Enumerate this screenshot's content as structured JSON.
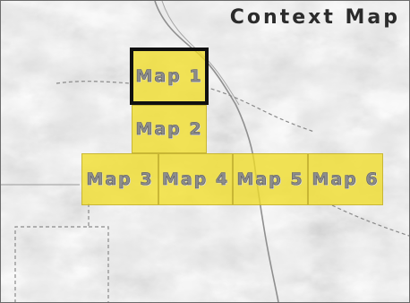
{
  "title": "Context Map",
  "tiles": [
    {
      "label": "Map 1",
      "selected": true
    },
    {
      "label": "Map 2",
      "selected": false
    },
    {
      "label": "Map 3",
      "selected": false
    },
    {
      "label": "Map 4",
      "selected": false
    },
    {
      "label": "Map 5",
      "selected": false
    },
    {
      "label": "Map 6",
      "selected": false
    }
  ],
  "colors": {
    "tile_fill": "#f0dc28",
    "selected_border": "#111111",
    "hillshade_base": "#e9e9e9"
  }
}
